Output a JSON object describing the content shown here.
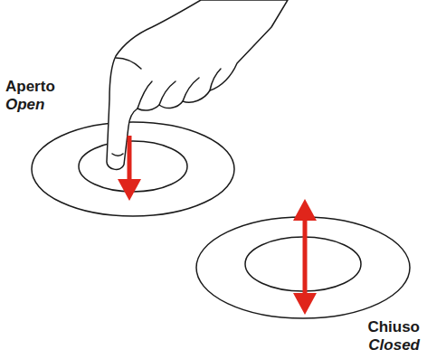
{
  "diagram": {
    "labels": [
      "Aperto",
      "Open",
      "Chiuso",
      "Closed"
    ]
  }
}
